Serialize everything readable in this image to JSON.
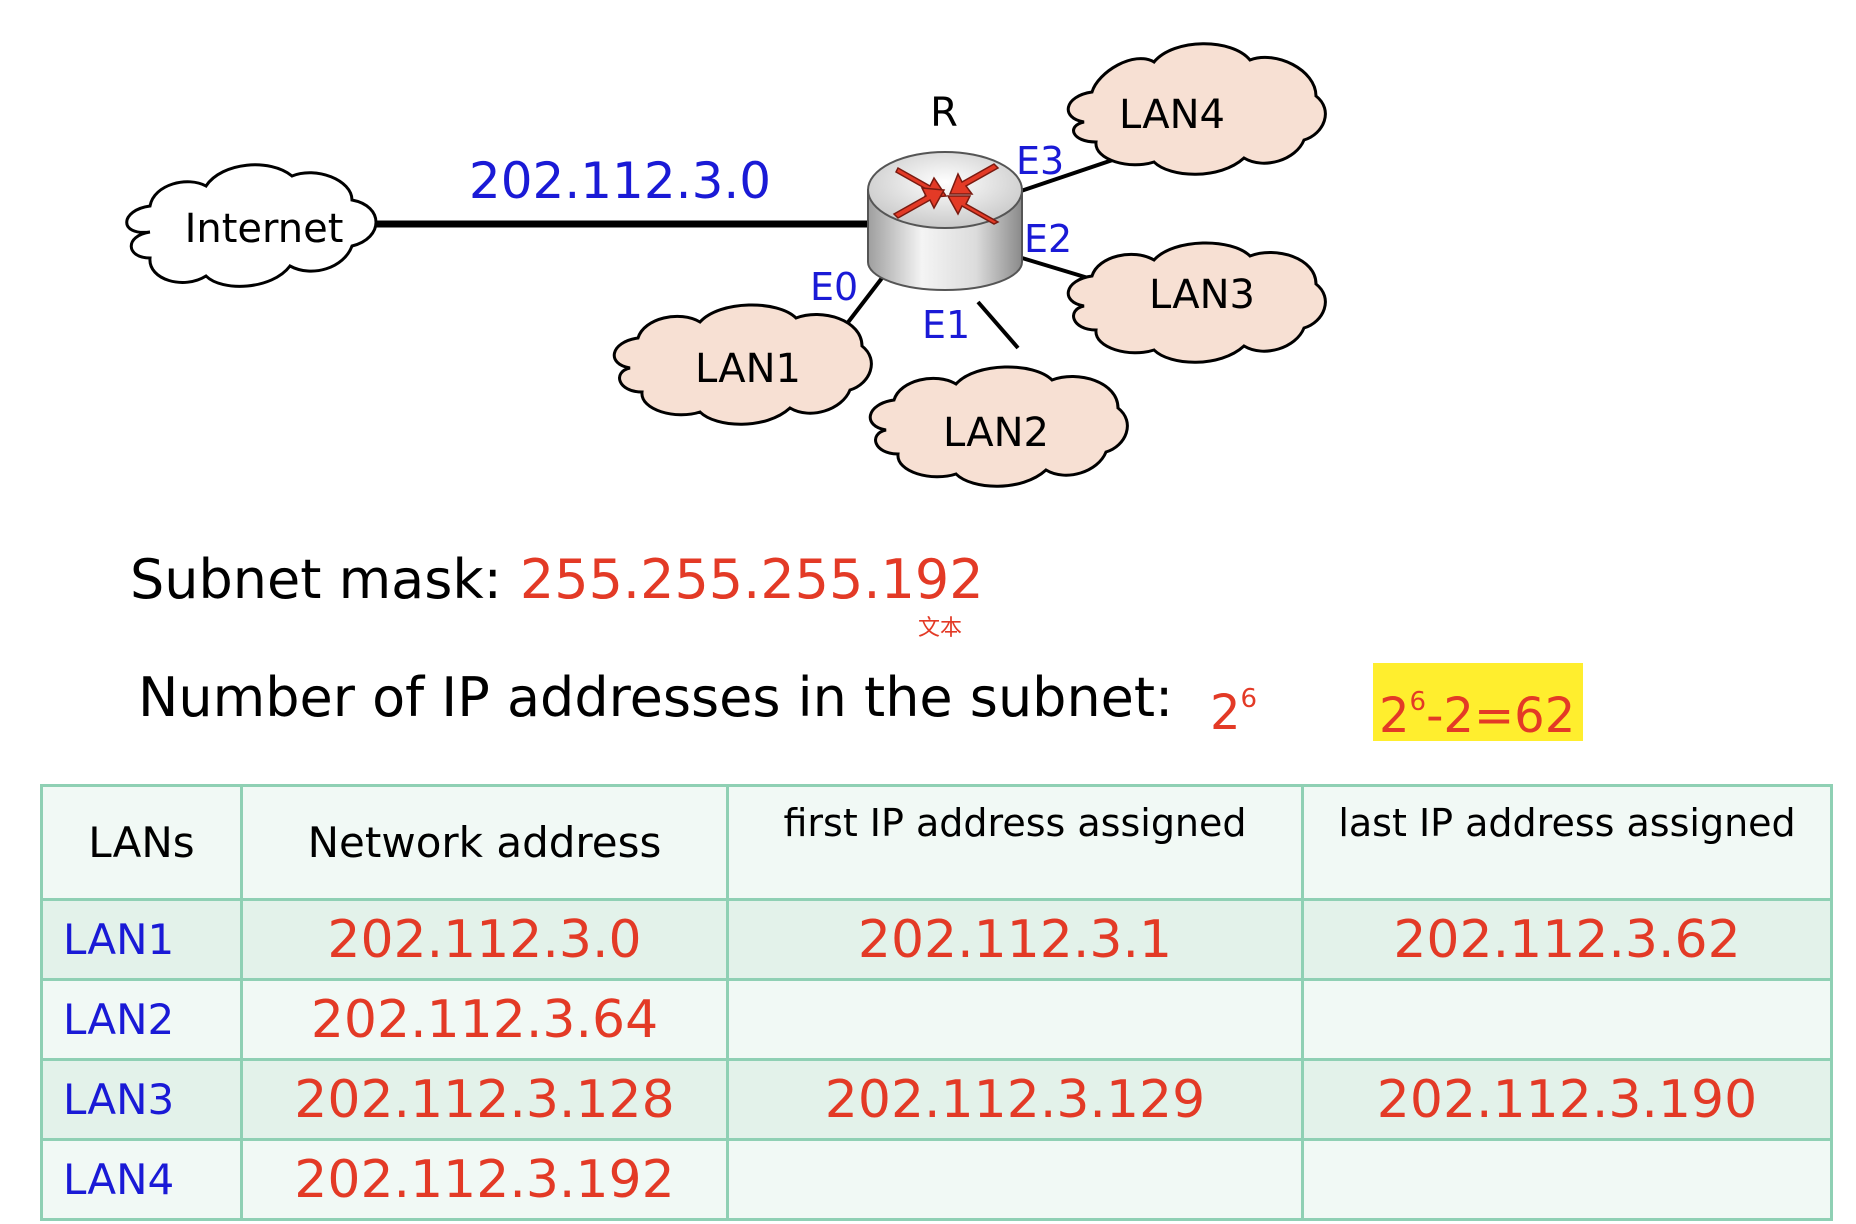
{
  "diagram": {
    "router_label": "R",
    "internet_label": "Internet",
    "link_address": "202.112.3.0",
    "interfaces": [
      "E0",
      "E1",
      "E2",
      "E3"
    ],
    "clouds": [
      "LAN1",
      "LAN2",
      "LAN3",
      "LAN4"
    ],
    "colors": {
      "address": "#1a1ad6",
      "cloud_fill": "#f7e0d3",
      "router_arrows": "#e33a26"
    }
  },
  "subnet_mask": {
    "label": "Subnet mask:",
    "value": "255.255.255.192",
    "note": "文本"
  },
  "ip_count": {
    "label": "Number of IP addresses in the subnet:",
    "power_base": "2",
    "power_exp": "6",
    "usable_rest": "-2=62",
    "highlight_color": "#ffee2e"
  },
  "table": {
    "headers": [
      "LANs",
      "Network address",
      "first IP address assigned",
      "last IP address assigned"
    ],
    "rows": [
      {
        "lan": "LAN1",
        "network": "202.112.3.0",
        "first": "202.112.3.1",
        "last": "202.112.3.62"
      },
      {
        "lan": "LAN2",
        "network": "202.112.3.64",
        "first": "",
        "last": ""
      },
      {
        "lan": "LAN3",
        "network": "202.112.3.128",
        "first": "202.112.3.129",
        "last": "202.112.3.190"
      },
      {
        "lan": "LAN4",
        "network": "202.112.3.192",
        "first": "",
        "last": ""
      }
    ]
  }
}
